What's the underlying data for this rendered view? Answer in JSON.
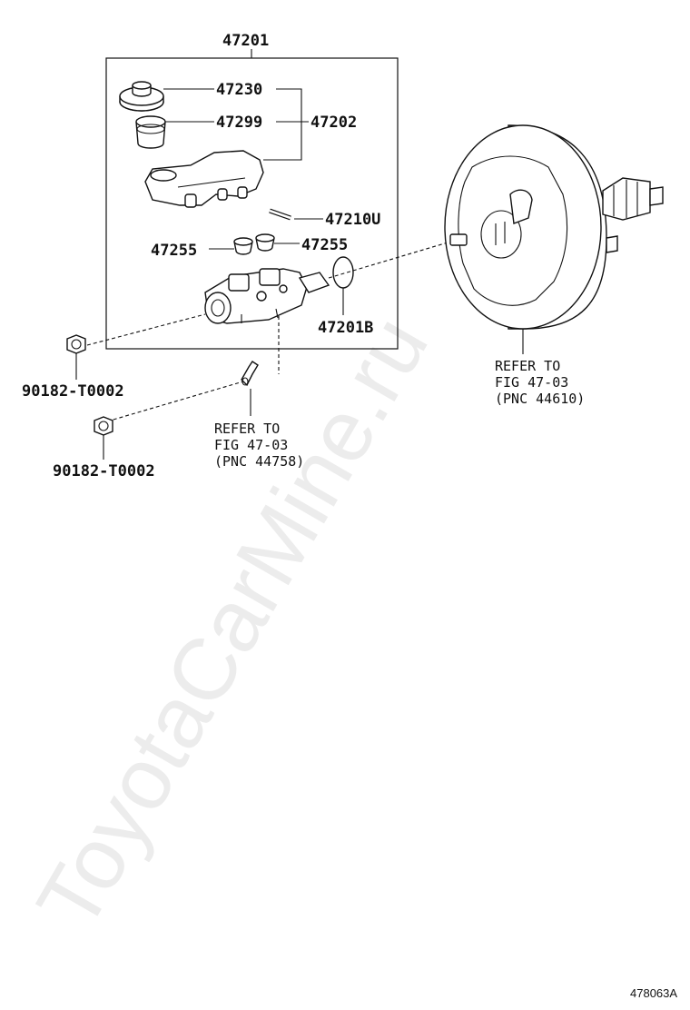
{
  "watermark": "ToyotaCarMine.ru",
  "figure_code": "478063A",
  "parts": {
    "p47201": "47201",
    "p47230": "47230",
    "p47299": "47299",
    "p47202": "47202",
    "p47210u": "47210U",
    "p47255_left": "47255",
    "p47255_right": "47255",
    "p47201b": "47201B",
    "p90182_top": "90182-T0002",
    "p90182_bottom": "90182-T0002"
  },
  "references": {
    "booster": [
      "REFER TO",
      "FIG 47-03",
      "(PNC 44610)"
    ],
    "clamp": [
      "REFER TO",
      "FIG 47-03",
      "(PNC 44758)"
    ]
  }
}
